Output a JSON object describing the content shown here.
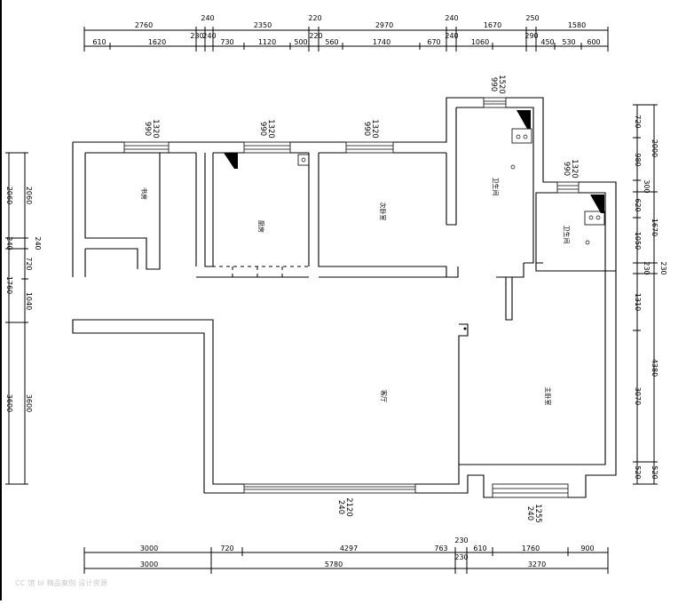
{
  "dims": {
    "top_outer": [
      "2760",
      "240",
      "2350",
      "220",
      "2970",
      "240",
      "1670",
      "250",
      "1580"
    ],
    "top_inner": [
      "610",
      "1620",
      "230",
      "240",
      "730",
      "1120",
      "500",
      "220",
      "560",
      "1740",
      "670",
      "240",
      "1060",
      "290",
      "450",
      "530",
      "600"
    ],
    "bottom_inner": [
      "3000",
      "720",
      "4297",
      "763",
      "230",
      "610",
      "1760",
      "900"
    ],
    "bottom_outer": [
      "3000",
      "5780",
      "230",
      "3270"
    ],
    "left_outer": [
      "2060",
      "240",
      "1760",
      "3600"
    ],
    "left_inner": [
      "2060",
      "240",
      "720",
      "1040",
      "3600"
    ],
    "right_inner": [
      "720",
      "980",
      "300",
      "620",
      "1050",
      "230",
      "1310",
      "3070",
      "520"
    ],
    "right_outer": [
      "2000",
      "1670",
      "230",
      "4380",
      "520"
    ]
  },
  "windows": [
    {
      "top": "1320",
      "bottom": "990"
    },
    {
      "top": "1320",
      "bottom": "990"
    },
    {
      "top": "1320",
      "bottom": "990"
    },
    {
      "top": "1520",
      "bottom": "990"
    },
    {
      "top": "1320",
      "bottom": "990"
    },
    {
      "top": "2120",
      "bottom": "240"
    },
    {
      "top": "1255",
      "bottom": "240"
    }
  ],
  "rooms": {
    "bedroom2": "书房",
    "kitchen": "厨房",
    "bedroom1": "次卧室",
    "bath_public": "卫生间",
    "bath_master": "卫生间",
    "living": "客厅",
    "master": "主卧室"
  },
  "watermark": "CC 馆 bl 精品案例 设计资源"
}
